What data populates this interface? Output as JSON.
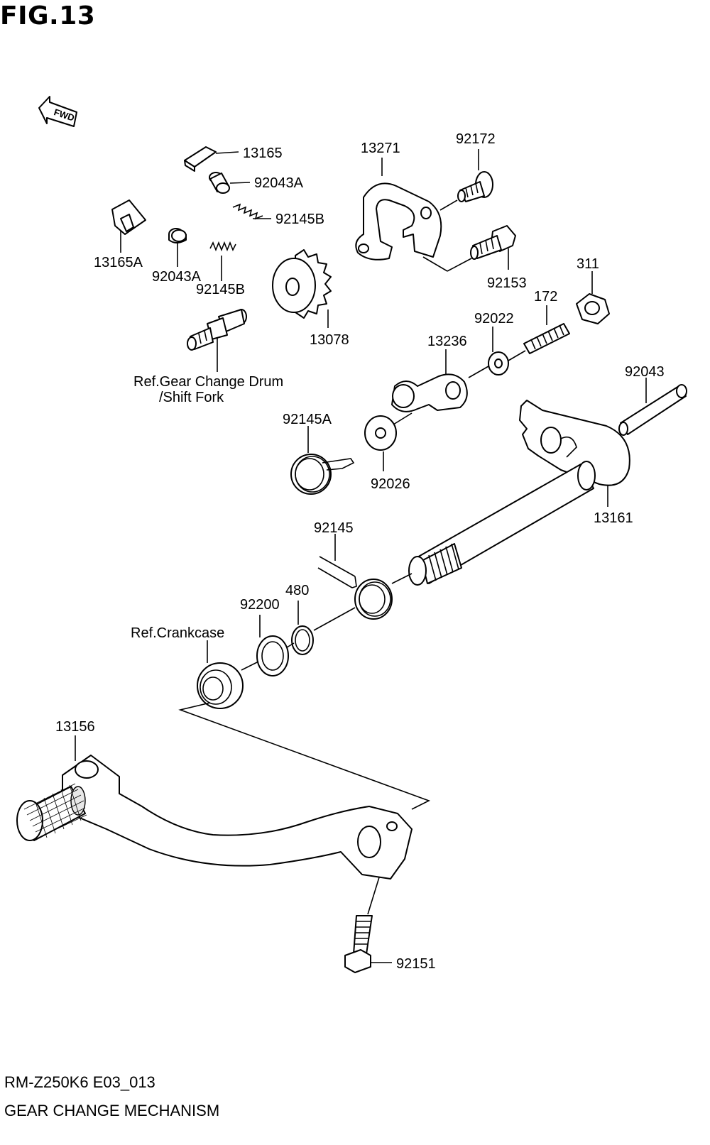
{
  "figure": {
    "title": "FIG.13",
    "model_code": "RM-Z250K6 E03_013",
    "section_name": "GEAR CHANGE MECHANISM",
    "fwd_label": "FWD"
  },
  "labels": {
    "p13165": "13165",
    "p92043A_top": "92043A",
    "p92145B_top": "92145B",
    "p13165A": "13165A",
    "p92043A_bot": "92043A",
    "p92145B_bot": "92145B",
    "p13078": "13078",
    "p13271": "13271",
    "p92172": "92172",
    "p92153": "92153",
    "p311": "311",
    "p172": "172",
    "p92022": "92022",
    "p13236": "13236",
    "p92043": "92043",
    "ref_drum_1": "Ref.Gear Change Drum",
    "ref_drum_2": "/Shift Fork",
    "p92145A": "92145A",
    "p92026": "92026",
    "p13161": "13161",
    "p92145": "92145",
    "p480": "480",
    "p92200": "92200",
    "ref_crankcase": "Ref.Crankcase",
    "p13156": "13156",
    "p92151": "92151"
  }
}
